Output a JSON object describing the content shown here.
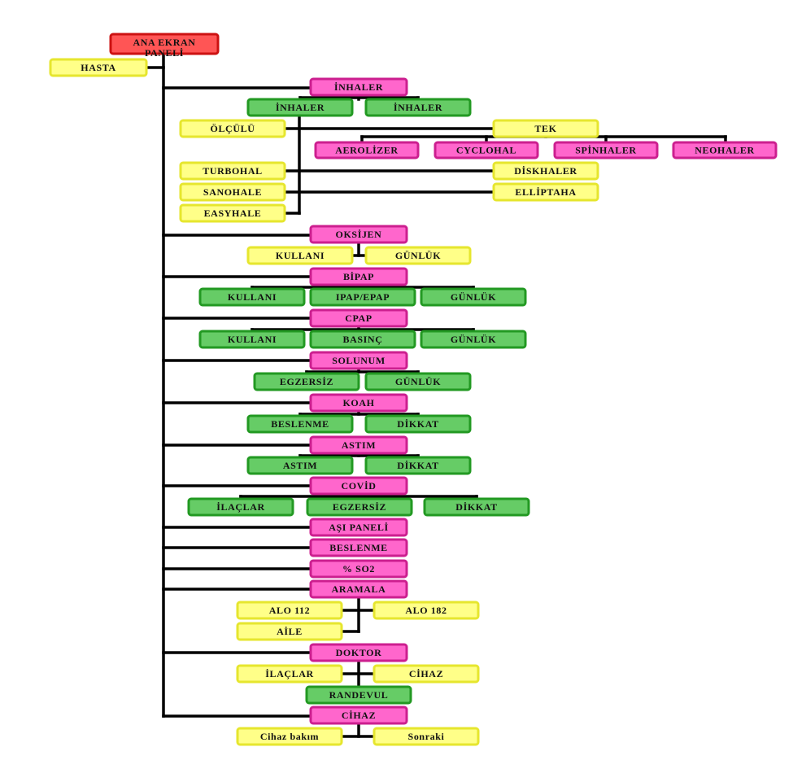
{
  "colors": {
    "pink_fill": "#ff66cc",
    "pink_stroke": "#cc1f8f",
    "green_fill": "#66cc66",
    "green_stroke": "#229922",
    "yellow_fill": "#ffff88",
    "yellow_stroke": "#e6e62e",
    "red_fill": "#ff5555",
    "red_stroke": "#cc1111",
    "connector": "#000000"
  },
  "nodes": {
    "root": {
      "label": "ANA EKRAN PANELİ",
      "color": "red"
    },
    "hasta": {
      "label": "HASTA",
      "color": "yellow"
    },
    "inhaler": {
      "label": "İNHALER",
      "color": "pink"
    },
    "inhaler_a": {
      "label": "İNHALER",
      "color": "green"
    },
    "inhaler_b": {
      "label": "İNHALER",
      "color": "green"
    },
    "olculu": {
      "label": "ÖLÇÜLÜ",
      "color": "yellow"
    },
    "tek": {
      "label": "TEK",
      "color": "yellow"
    },
    "aerolizer": {
      "label": "AEROLİZER",
      "color": "pink"
    },
    "cyclohal": {
      "label": "CYCLOHAL",
      "color": "pink"
    },
    "spinhaler": {
      "label": "SPİNHALER",
      "color": "pink"
    },
    "neohaler": {
      "label": "NEOHALER",
      "color": "pink"
    },
    "turbohal": {
      "label": "TURBOHAL",
      "color": "yellow"
    },
    "diskhaler": {
      "label": "DİSKHALER",
      "color": "yellow"
    },
    "sanohale": {
      "label": "SANOHALE",
      "color": "yellow"
    },
    "elliptaha": {
      "label": "ELLİPTAHA",
      "color": "yellow"
    },
    "easyhale": {
      "label": "EASYHALE",
      "color": "yellow"
    },
    "oksijen": {
      "label": "OKSİJEN",
      "color": "pink"
    },
    "oksijen_kullani": {
      "label": "KULLANI",
      "color": "yellow"
    },
    "oksijen_gunluk": {
      "label": "GÜNLÜK",
      "color": "yellow"
    },
    "bipap": {
      "label": "BİPAP",
      "color": "pink"
    },
    "bipap_kullani": {
      "label": "KULLANI",
      "color": "green"
    },
    "bipap_ipap": {
      "label": "IPAP/EPAP",
      "color": "green"
    },
    "bipap_gunluk": {
      "label": "GÜNLÜK",
      "color": "green"
    },
    "cpap": {
      "label": "CPAP",
      "color": "pink"
    },
    "cpap_kullani": {
      "label": "KULLANI",
      "color": "green"
    },
    "cpap_basinc": {
      "label": "BASINÇ",
      "color": "green"
    },
    "cpap_gunluk": {
      "label": "GÜNLÜK",
      "color": "green"
    },
    "solunum": {
      "label": "SOLUNUM",
      "color": "pink"
    },
    "solunum_egzersiz": {
      "label": "EGZERSİZ",
      "color": "green"
    },
    "solunum_gunluk": {
      "label": "GÜNLÜK",
      "color": "green"
    },
    "koah": {
      "label": "KOAH",
      "color": "pink"
    },
    "koah_beslenme": {
      "label": "BESLENME",
      "color": "green"
    },
    "koah_dikkat": {
      "label": "DİKKAT",
      "color": "green"
    },
    "astim": {
      "label": "ASTIM",
      "color": "pink"
    },
    "astim_astim": {
      "label": "ASTIM",
      "color": "green"
    },
    "astim_dikkat": {
      "label": "DİKKAT",
      "color": "green"
    },
    "covid": {
      "label": "COVİD",
      "color": "pink"
    },
    "covid_ilaclar": {
      "label": "İLAÇLAR",
      "color": "green"
    },
    "covid_egzersiz": {
      "label": "EGZERSİZ",
      "color": "green"
    },
    "covid_dikkat": {
      "label": "DİKKAT",
      "color": "green"
    },
    "asi_paneli": {
      "label": "AŞI PANELİ",
      "color": "pink"
    },
    "beslenme": {
      "label": "BESLENME",
      "color": "pink"
    },
    "so2": {
      "label": "% SO2",
      "color": "pink"
    },
    "aramala": {
      "label": "ARAMALA",
      "color": "pink"
    },
    "alo112": {
      "label": "ALO 112",
      "color": "yellow"
    },
    "alo182": {
      "label": "ALO 182",
      "color": "yellow"
    },
    "aile": {
      "label": "AİLE",
      "color": "yellow"
    },
    "doktor": {
      "label": "DOKTOR",
      "color": "pink"
    },
    "doktor_ilaclar": {
      "label": "İLAÇLAR",
      "color": "yellow"
    },
    "doktor_cihaz": {
      "label": "CİHAZ",
      "color": "yellow"
    },
    "randevul": {
      "label": "RANDEVUL",
      "color": "green"
    },
    "cihaz": {
      "label": "CİHAZ",
      "color": "pink"
    },
    "cihaz_bakim": {
      "label": "Cihaz bakım",
      "color": "yellow"
    },
    "sonraki": {
      "label": "Sonraki",
      "color": "yellow"
    }
  }
}
